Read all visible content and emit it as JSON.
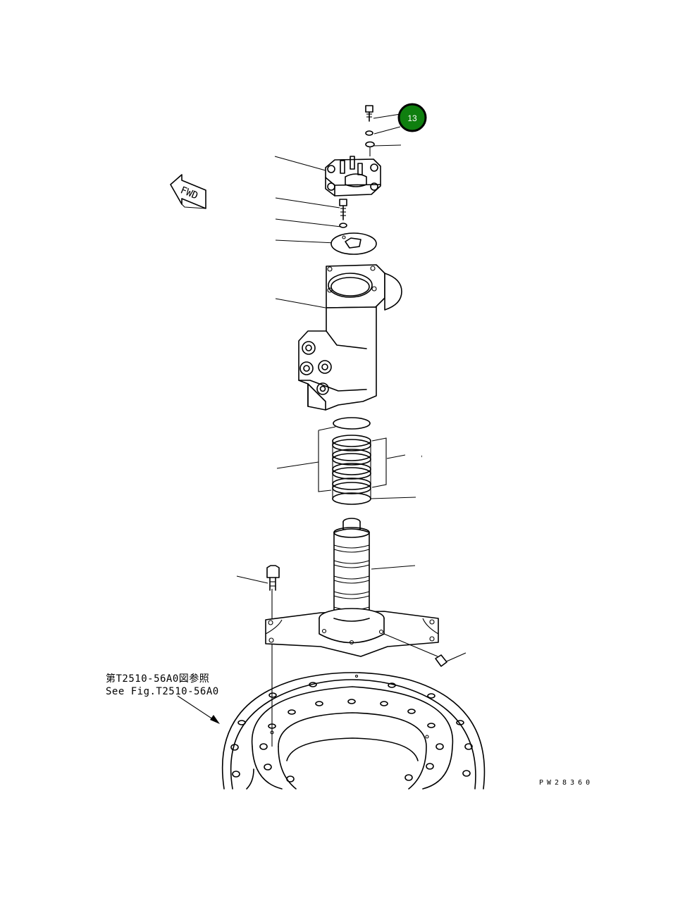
{
  "callout": {
    "number": "13",
    "color": "#0f7f0f"
  },
  "fwd_label": "FWD",
  "reference_note": {
    "line1": "第T2510-56A0図参照",
    "line2": "See Fig.T2510-56A0"
  },
  "drawing_code": "PW28360",
  "stray_mark": ","
}
